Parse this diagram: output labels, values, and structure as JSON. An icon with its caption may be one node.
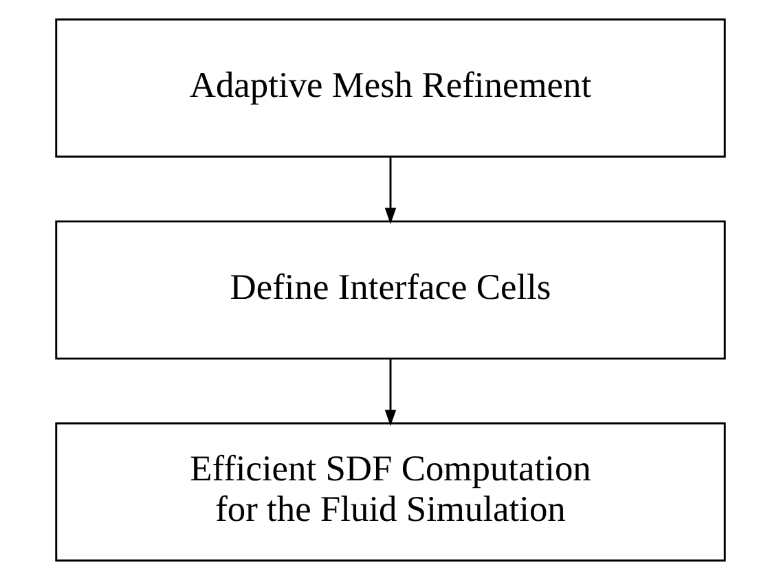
{
  "diagram": {
    "nodes": [
      {
        "text": [
          "Adaptive Mesh Refinement"
        ]
      },
      {
        "text": [
          "Define Interface Cells"
        ]
      },
      {
        "text": [
          "Efficient SDF Computation for the Fluid Simulation"
        ]
      }
    ],
    "edges": [
      {
        "from": 0,
        "to": 1,
        "arrow": "to"
      },
      {
        "from": 1,
        "to": 2,
        "arrow": "to"
      }
    ]
  }
}
